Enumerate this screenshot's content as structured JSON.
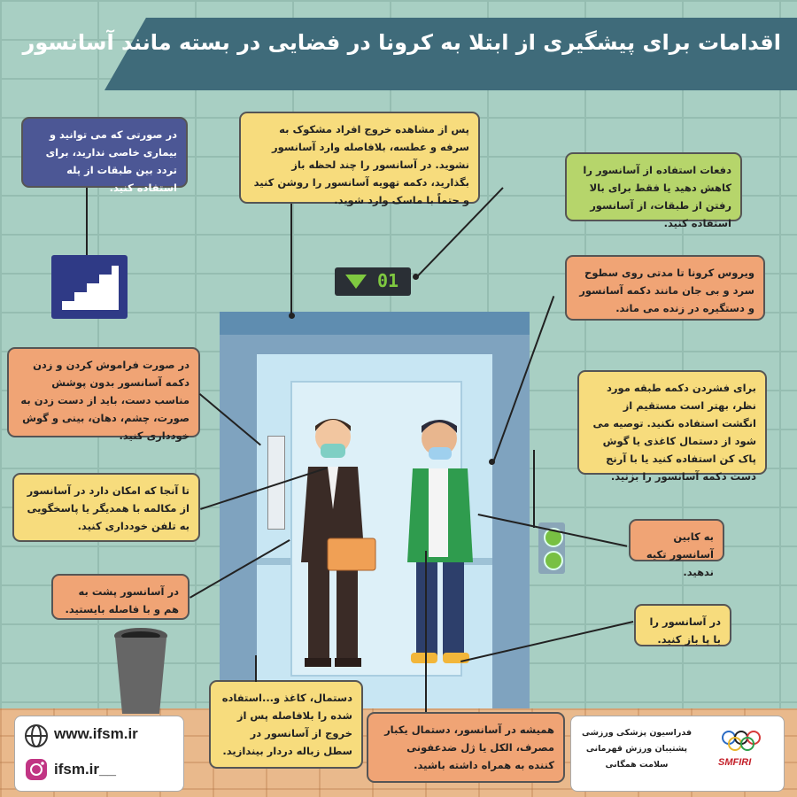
{
  "title": "اقدامات برای پیشگیری از ابتلا به کرونا در فضایی در بسته مانند آسانسور",
  "display_floor": "01",
  "tips": {
    "stairs": "در صورتی که می توانید و بیماری خاصی ندارید، برای تردد بین طبقات از پله استفاده کنید.",
    "cough": "پس از مشاهده خروج افراد مشکوک به سرفه و عطسه، بلافاصله وارد آسانسور نشوید. در آسانسور را چند لحظه باز بگذارید، دکمه تهویه آسانسور را روشن کنید و حتماً با ماسک وارد شوید.",
    "reduce": "دفعات استفاده از آسانسور را کاهش دهید یا فقط برای بالا رفتن از طبقات، از آسانسور استفاده کنید.",
    "virus": "ویروس کرونا تا مدتی روی سطوح سرد و بی جان مانند دکمه آسانسور و دستگیره در زنده می ماند.",
    "forget": "در صورت فراموش کردن و زدن دکمه آسانسور بدون پوشش مناسب دست، باید از دست زدن به صورت، چشم، دهان، بینی و گوش خودداری کنید.",
    "press": "برای فشردن دکمه طبقه مورد نظر، بهتر است مستقیم از انگشت استفاده نکنید. توصیه می شود از دستمال کاغذی یا گوش پاک کن استفاده کنید یا با آرنج دست دکمه آسانسور را بزنید.",
    "talk": "تا آنجا که امکان دارد در آسانسور از مکالمه با همدیگر یا پاسخگویی به تلفن خودداری کنید.",
    "lean": "به کابین آسانسور تکیه ندهید.",
    "back": "در آسانسور پشت به هم و با فاصله بایستید.",
    "foot": "در آسانسور را با پا باز کنید.",
    "tissue": "دستمال، کاغذ و...استفاده شده را بلافاصله پس از خروج از آسانسور در سطل زباله دردار بیندازید.",
    "carry": "همیشه در آسانسور، دستمال یکبار مصرف، الکل یا ژل ضدعفونی کننده به همراه داشته باشید."
  },
  "footer": {
    "website": "www.ifsm.ir",
    "instagram": "ifsm.ir__",
    "federation_line1": "فدراسیون پزشکی ورزشی",
    "federation_line2": "پشتیبان ورزش قهرمانی",
    "federation_line3": "سلامت همگانی",
    "logo_text": "SMFIRI"
  },
  "colors": {
    "title_bar": "#3f6b7a",
    "yellow_box": "#f7dc7d",
    "orange_box": "#f0a475",
    "green_box": "#b6d56b",
    "purple_box": "#4c5795"
  }
}
